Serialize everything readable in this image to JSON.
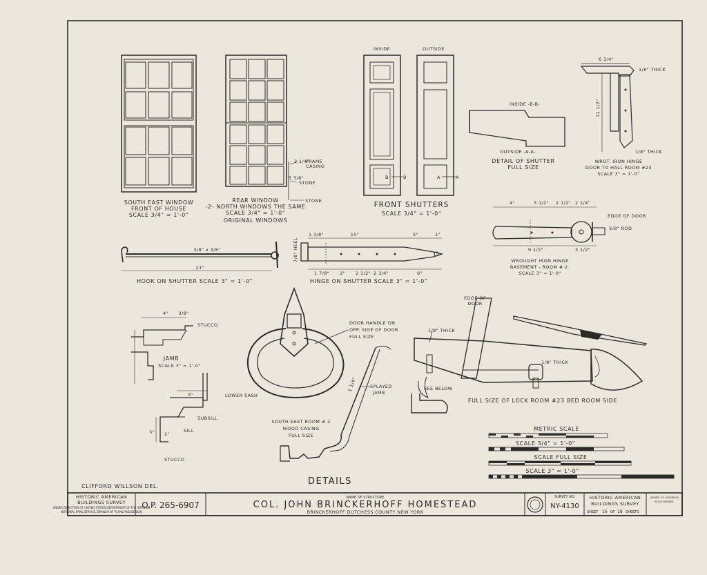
{
  "colors": {
    "paper": "#ebe7dc",
    "ink": "#2a2a2a"
  },
  "windows": {
    "south_east": {
      "line1": "SOUTH EAST WINDOW",
      "line2": "FRONT OF HOUSE",
      "line3": "SCALE 3/4\" = 1'-0\""
    },
    "rear": {
      "line1": "REAR WINDOW",
      "line2": "-2- NORTH WINDOWS THE SAME",
      "line3": "SCALE 3/4\" = 1'-0\""
    },
    "group_label": "ORIGINAL WINDOWS",
    "frame_casing_dim": "2 1/4\"",
    "frame_casing_label": "FRAME",
    "casing_label": "CASING",
    "stone_dim": "5 3/8\"",
    "stone_label": "STONE",
    "stone_label_2": "STONE"
  },
  "shutters": {
    "inside": "INSIDE",
    "outside": "OUTSIDE",
    "title": "FRONT SHUTTERS",
    "scale": "SCALE 3/4\" = 1'-0\"",
    "b_label": "B",
    "b_label_2": "B",
    "a_label": "A",
    "a_label_2": "A"
  },
  "shutter_detail": {
    "section_bb": "INSIDE -B-B-",
    "section_aa": "OUTSIDE -A-A-",
    "line1": "DETAIL OF SHUTTER",
    "line2": "FULL SIZE"
  },
  "hinge_door_hall": {
    "dim_top": "6 3/4\"",
    "dim_thick_top": "1/8\" THICK",
    "dim_vertical": "11 1/2\"",
    "dim_thick_bottom": "1/8\" THICK",
    "line1": "WROT. IRON HINGE",
    "line2": "DOOR TO HALL ROOM #23",
    "line3": "SCALE 3\" = 1'-0\""
  },
  "hook": {
    "dim_thick": "3/8\" x 3/8\"",
    "dim_length": "21\"",
    "caption": "HOOK ON SHUTTER SCALE 3\" = 1'-0\""
  },
  "hinge_shutter": {
    "dims_top": [
      "1 3/8\"",
      "10\"",
      "5\"",
      "1\""
    ],
    "dims_bottom": [
      "1 7/8\"",
      "3\"",
      "2 1/2\"",
      "2 3/4\"",
      "6\""
    ],
    "heel": "7/8\" HEEL",
    "caption": "HINGE ON SHUTTER SCALE 3\" = 1'-0\""
  },
  "hinge_basement": {
    "dims_top": [
      "4\"",
      "3 1/2\"",
      "2 1/2\"",
      "2 1/4\""
    ],
    "dims_bottom": [
      "9 1/2\"",
      "3 1/2\""
    ],
    "edge_of_door": "EDGE OF DOOR",
    "rod": "5/8\" ROD",
    "line1": "WROUGHT IRON HINGE",
    "line2": "BASEMENT - ROOM # 2.",
    "line3": "SCALE 3\" = 1'-0\""
  },
  "jamb": {
    "dims": [
      "4\"",
      "3/8\""
    ],
    "stucco": "STUCCO",
    "title": "JAMB",
    "scale": "SCALE 3\" = 1'-0\"",
    "lower_sash": "LOWER SASH",
    "subsill": "SUBSILL",
    "sill": "SILL",
    "stucco_2": "STUCCO",
    "dims_sill": [
      "3\"",
      "2\"",
      "3\""
    ]
  },
  "door_handle": {
    "line1": "DOOR HANDLE ON",
    "line2": "OPP. SIDE OF DOOR",
    "line3": "FULL SIZE"
  },
  "casing": {
    "splayed": "SPLAYED",
    "jamb": "JAMB",
    "dim": "1 1/4\"",
    "line1": "SOUTH EAST ROOM # 2",
    "line2": "WOOD CASING",
    "line3": "FULL SIZE"
  },
  "lock": {
    "edge_line1": "EDGE OF",
    "edge_line2": "DOOR",
    "thick_1": "1/8\" THICK",
    "thick_2": "1/8\" THICK",
    "see_below": "SEE BELOW",
    "caption": "FULL SIZE OF LOCK ROOM #23 BED ROOM SIDE"
  },
  "scales": {
    "metric": "METRIC SCALE",
    "scale_3_4": "SCALE 3/4\" = 1'-0\"",
    "full_size": "SCALE FULL SIZE",
    "scale_3": "SCALE 3\" = 1'-0\""
  },
  "details_title": "DETAILS",
  "delineator": "CLIFFORD WILLSON DEL.",
  "title_block": {
    "survey_line1": "HISTORIC AMERICAN",
    "survey_line2": "BUILDINGS SURVEY",
    "survey_note1": "UNDER DIRECTION OF UNITED STATES DEPARTMENT OF THE INTERIOR",
    "survey_note2": "NATIONAL PARK SERVICE, BRANCH OF PLANS AND DESIGN",
    "op_number": "O.P. 265-6907",
    "name_caption": "NAME OF STRUCTURE",
    "structure_name": "COL. JOHN BRINCKERHOFF HOMESTEAD",
    "location": "BRINCKERHOFF   DUTCHESS   COUNTY   NEW YORK",
    "survey_no_label": "SURVEY NO.",
    "survey_no": "NY-4130",
    "habs_line1": "HISTORIC AMERICAN",
    "habs_line2": "BUILDINGS SURVEY",
    "sheet_label": "SHEET",
    "sheet_num": "16",
    "of_label": "OF",
    "sheet_total": "18",
    "sheets_label": "SHEETS",
    "loc_line1": "LIBRARY OF CONGRESS",
    "loc_line2": "BOOK NUMBER"
  }
}
